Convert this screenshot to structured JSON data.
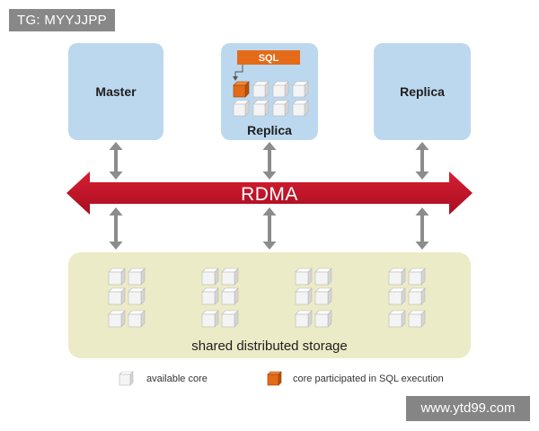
{
  "watermark_top": "TG: MYYJJPP",
  "watermark_bottom": "www.ytd99.com",
  "nodes": {
    "master": "Master",
    "replica_center": "Replica",
    "replica_right": "Replica"
  },
  "sql_label": "SQL",
  "bus_label": "RDMA",
  "storage_label": "shared distributed storage",
  "legend": {
    "available": "available core",
    "participated": "core participated in SQL execution"
  },
  "colors": {
    "node_fill": "#bcd8ee",
    "rdma": "#c8102e",
    "storage_fill": "#ecebc7",
    "highlight_core": "#e46b17",
    "sql_box": "#e46b17",
    "arrow_gray": "#8c8c8c"
  }
}
